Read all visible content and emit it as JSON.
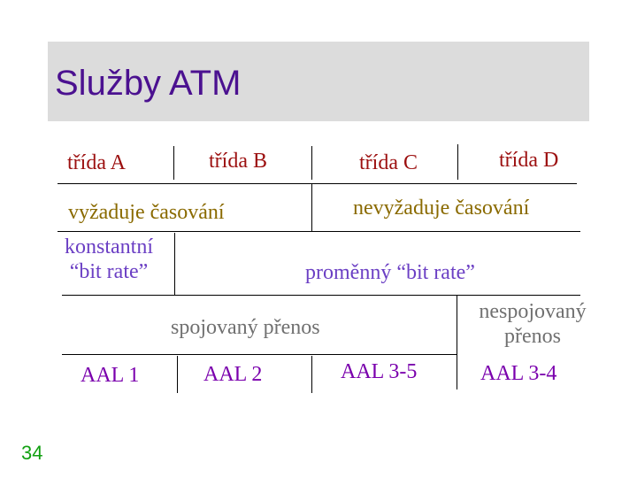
{
  "slide": {
    "title": "Služby ATM",
    "page_number": "34"
  },
  "classes": [
    "třída A",
    "třída B",
    "třída C",
    "třída D"
  ],
  "timing": {
    "required": "vyžaduje časování",
    "not_required": "nevyžaduje časování"
  },
  "bit_rate": {
    "constant_line1": "konstantní",
    "constant_line2": "“bit rate”",
    "variable": "proměnný “bit rate”"
  },
  "connection": {
    "connection_oriented": "spojovaný přenos",
    "connectionless_line1": "nespojovaný",
    "connectionless_line2": "přenos"
  },
  "aal": [
    "AAL 1",
    "AAL 2",
    "AAL 3-5",
    "AAL 3-4"
  ],
  "colors": {
    "title": "#4b1190",
    "classes": "#9c1010",
    "timing": "#8a6a00",
    "bit_rate": "#6b3fc4",
    "connection": "#707070",
    "aal": "#7a00ad",
    "page_number": "#12a012"
  }
}
